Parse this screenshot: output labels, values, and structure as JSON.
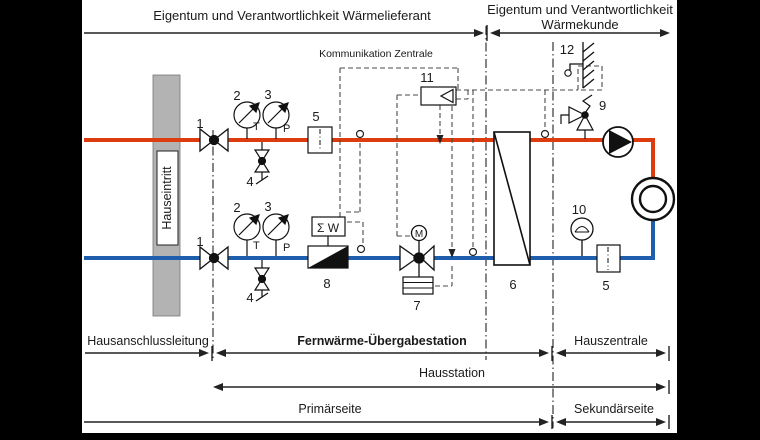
{
  "ownership": {
    "supplier": "Eigentum und Verantwortlichkeit Wärmelieferant",
    "customer_line1": "Eigentum und Verantwortlichkeit",
    "customer_line2": "Wärmekunde"
  },
  "communication_label": "Kommunikation Zentrale",
  "building_entry_label": "Hauseintritt",
  "components": {
    "shutoff_valve": "1",
    "thermometer": "2",
    "pressure_gauge": "3",
    "drain_valve": "4",
    "strainer": "5",
    "heat_exchanger": "6",
    "control_valve": "7",
    "heat_meter": "8",
    "safety_valve": "9",
    "pressure_indicator": "10",
    "controller": "11",
    "outdoor_sensor": "12",
    "temperature_tap": "T",
    "pressure_tap": "P",
    "motor": "M",
    "energy_counter": "Σ W"
  },
  "zones": {
    "hausanschlussleitung": "Hausanschlussleitung",
    "uebergabestation": "Fernwärme-Übergabestation",
    "hauszentrale": "Hauszentrale",
    "hausstation": "Hausstation",
    "primaerseite": "Primärseite",
    "sekundaerseite": "Sekundärseite"
  },
  "colors": {
    "supply_pipe": "#dd3c0e",
    "return_pipe": "#1f5dad",
    "wall": "#b3b3b3",
    "frame": "#000000"
  }
}
